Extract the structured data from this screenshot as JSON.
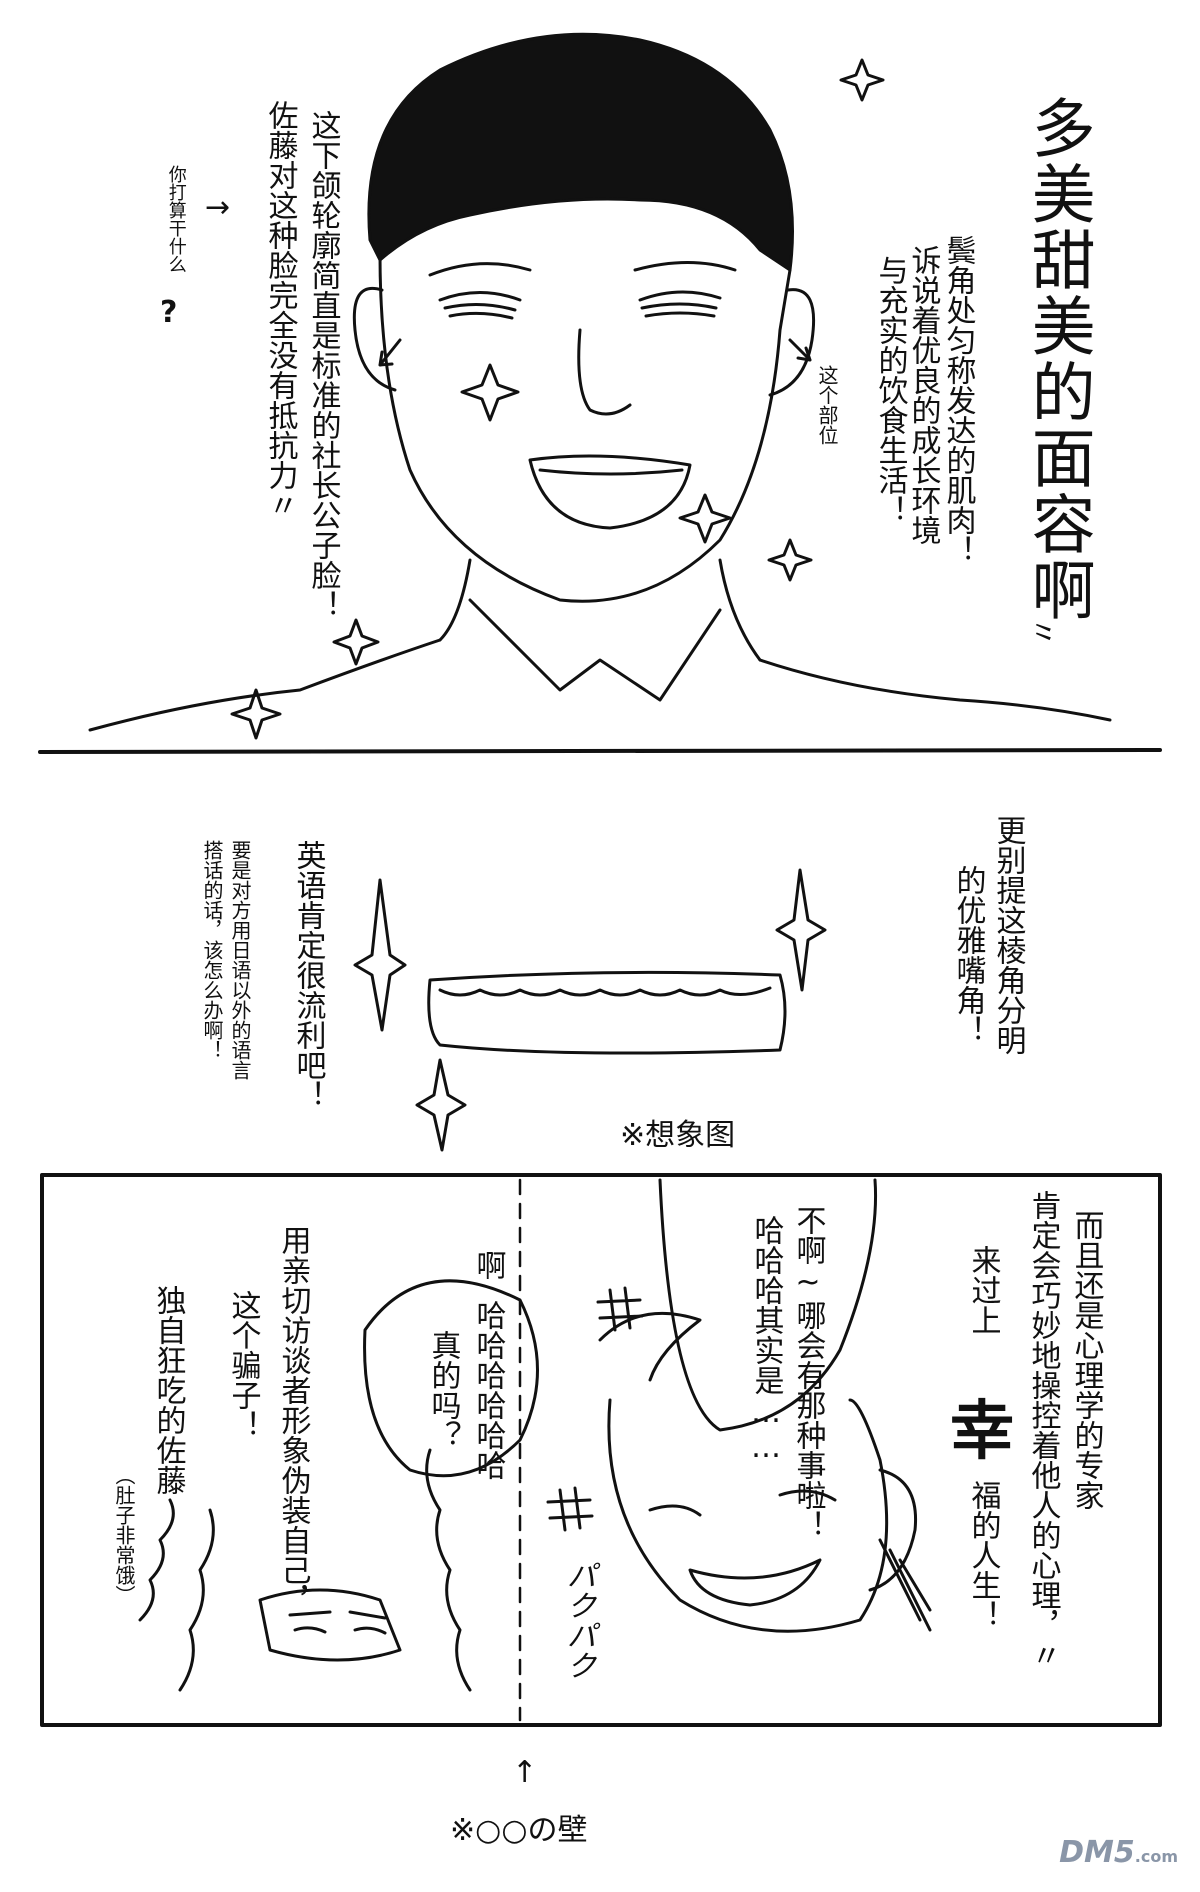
{
  "panel1": {
    "title": "多美甜美的面容啊",
    "title_marks": "〃",
    "sideburn_text": [
      "鬓角处匀称发达的肌肉！",
      "诉说着优良的成长环境",
      "与充实的饮食生活！"
    ],
    "this_part": "这个部位",
    "jaw_text": [
      "这下颌轮廓简直是标准的社长公子脸！",
      "佐藤对这种脸完全没有抵抗力〃"
    ],
    "what_text": "你打算干什么",
    "question_mark": "?"
  },
  "panel2": {
    "mouth_text": [
      "更别提这棱角分明",
      "的优雅嘴角！"
    ],
    "english_text": "英语肯定很流利吧！",
    "foreign_text": [
      "要是对方用日语以外的语言",
      "搭话的话，该怎么办啊！"
    ],
    "caption": "※想象图"
  },
  "panel3": {
    "psych_text": [
      "而且还是心理学的专家",
      "肯定会巧妙地操控着他人的心理，〃"
    ],
    "happy_prefix": "来过上",
    "happy_big": "幸",
    "happy_suffix": "福的人生！",
    "denial_text": [
      "不啊~哪会有那种事啦！",
      "哈哈哈其实是……"
    ],
    "laugh_text": [
      "啊",
      "哈哈哈哈哈哈",
      "真的吗？"
    ],
    "liar_text": [
      "用亲切访谈者形象伪装自己，",
      "这个骗子！"
    ],
    "sato_text": "独自狂吃的佐藤",
    "hungry_text": "（肚子非常饿）",
    "pachi_sfx": "パクパク",
    "wall_caption": "※○○の壁"
  },
  "watermark": {
    "brand": "DM5",
    "suffix": ".com"
  }
}
